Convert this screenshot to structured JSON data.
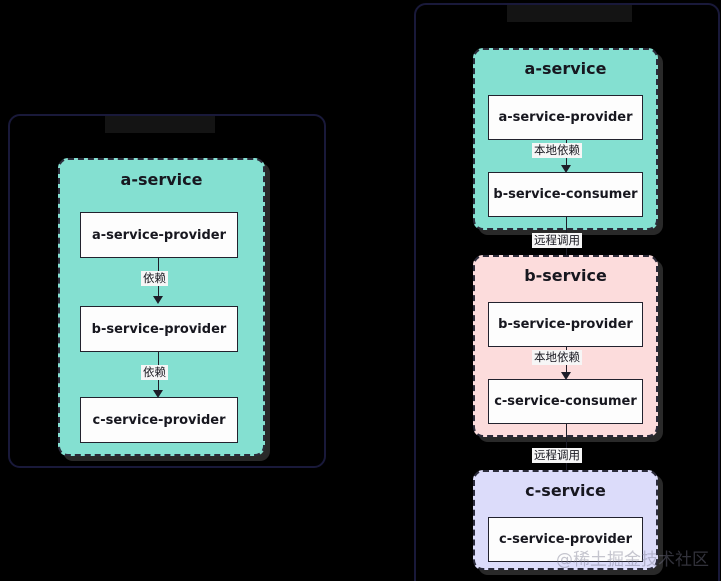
{
  "diagram": {
    "type": "architecture-comparison",
    "background_color": "#000000",
    "panel_border_color": "#19193a",
    "watermark": "@稀土掘金技术社区",
    "labels": {
      "local_dependency": "本地依赖",
      "dependency": "依赖",
      "remote_call": "远程调用"
    },
    "colors": {
      "teal": "#84e0d1",
      "pink": "#fcdcdc",
      "lavender": "#dcdcfa",
      "box_fill": "#fdfdfd",
      "stroke": "#22222e"
    },
    "left_panel": {
      "caption": "",
      "groups": [
        {
          "name": "a-service",
          "fill": "teal",
          "components": [
            {
              "name": "a-service-provider"
            },
            {
              "name": "b-service-provider"
            },
            {
              "name": "c-service-provider"
            }
          ],
          "edges": [
            {
              "from": "a-service-provider",
              "to": "b-service-provider",
              "label": "依赖"
            },
            {
              "from": "b-service-provider",
              "to": "c-service-provider",
              "label": "依赖"
            }
          ]
        }
      ]
    },
    "right_panel": {
      "caption": "",
      "groups": [
        {
          "name": "a-service",
          "fill": "teal",
          "components": [
            {
              "name": "a-service-provider"
            },
            {
              "name": "b-service-consumer"
            }
          ],
          "edges": [
            {
              "from": "a-service-provider",
              "to": "b-service-consumer",
              "label": "本地依赖"
            }
          ]
        },
        {
          "name": "b-service",
          "fill": "pink",
          "components": [
            {
              "name": "b-service-provider"
            },
            {
              "name": "c-service-consumer"
            }
          ],
          "edges": [
            {
              "from": "b-service-provider",
              "to": "c-service-consumer",
              "label": "本地依赖"
            }
          ]
        },
        {
          "name": "c-service",
          "fill": "lavender",
          "components": [
            {
              "name": "c-service-provider"
            }
          ],
          "edges": []
        }
      ],
      "cross_edges": [
        {
          "from": "a-service",
          "to": "b-service",
          "label": "远程调用"
        },
        {
          "from": "b-service",
          "to": "c-service",
          "label": "远程调用"
        }
      ]
    }
  }
}
